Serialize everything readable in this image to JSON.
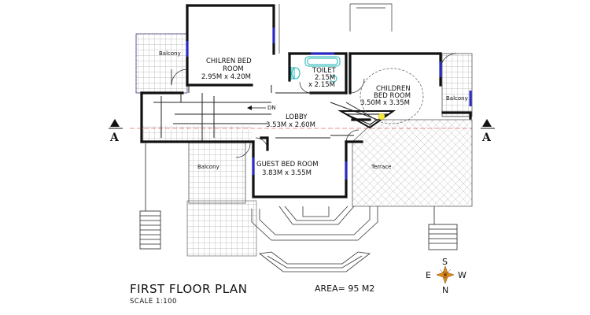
{
  "title": "FIRST FLOOR PLAN",
  "scale": "SCALE 1:100",
  "area": "AREA= 95 M2",
  "rooms": {
    "children_bed_1": {
      "name_1": "CHILREN BED",
      "name_2": "ROOM",
      "size": "2.95M x 4.20M"
    },
    "toilet": {
      "name": "TOILET",
      "size_1": "2.15M",
      "size_2": "x 2.15M"
    },
    "children_bed_2": {
      "name_1": "CHILDREN",
      "name_2": "BED ROOM",
      "size": "3.50M x 3.35M"
    },
    "lobby": {
      "name": "LOBBY",
      "size": "3.53M x 2.60M"
    },
    "guest_bed": {
      "name": "GUEST BED ROOM",
      "size": "3.83M x 3.55M"
    }
  },
  "labels": {
    "balcony_left": "Balcony",
    "balcony_right": "Balcony",
    "balcony_bottom": "Balcony",
    "terrace": "Terrace",
    "dn": "DN"
  },
  "section_markers": {
    "left": "A",
    "right": "A"
  },
  "compass": {
    "top": "S",
    "bottom": "N",
    "left": "E",
    "right": "W"
  },
  "colors": {
    "wall": "#111111",
    "hatch": "#8a8a8a",
    "window": "#2a2acc",
    "fixture": "#19b3b3",
    "compass": "#e08a1a",
    "section": "#cc2222"
  }
}
